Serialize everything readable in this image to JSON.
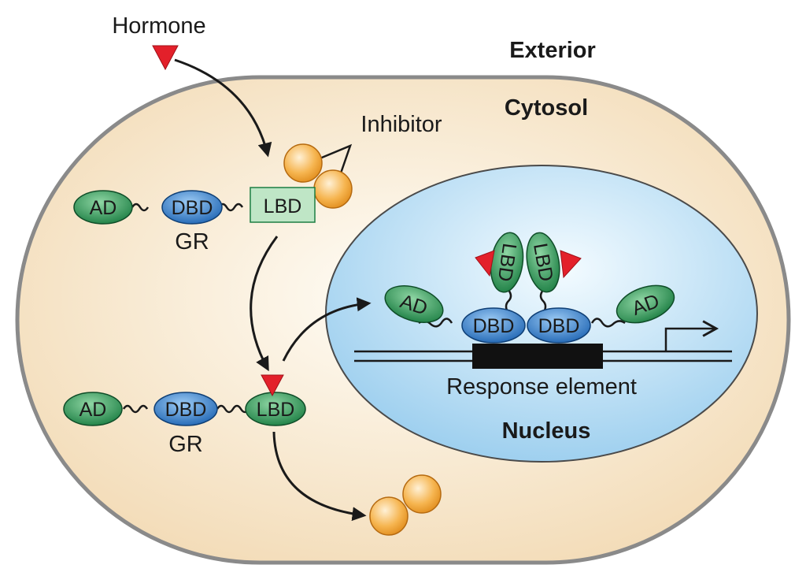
{
  "labels": {
    "hormone": "Hormone",
    "exterior": "Exterior",
    "cytosol": "Cytosol",
    "inhibitor": "Inhibitor",
    "gr_top": "GR",
    "gr_bottom": "GR",
    "response_element": "Response element",
    "nucleus": "Nucleus"
  },
  "domains": {
    "ad": "AD",
    "dbd": "DBD",
    "lbd": "LBD"
  },
  "colors": {
    "cell_fill": "#f6e3c4",
    "cell_border": "#8a8a8a",
    "nucleus_fill": "#bfe0f4",
    "nucleus_border": "#4a4a4a",
    "ad_green": "#23914f",
    "dbd_blue": "#2a78c4",
    "lbd_inactive": "#bfe6c6",
    "hormone_red": "#e3202a",
    "inhibitor_orange": "#f5a636"
  }
}
